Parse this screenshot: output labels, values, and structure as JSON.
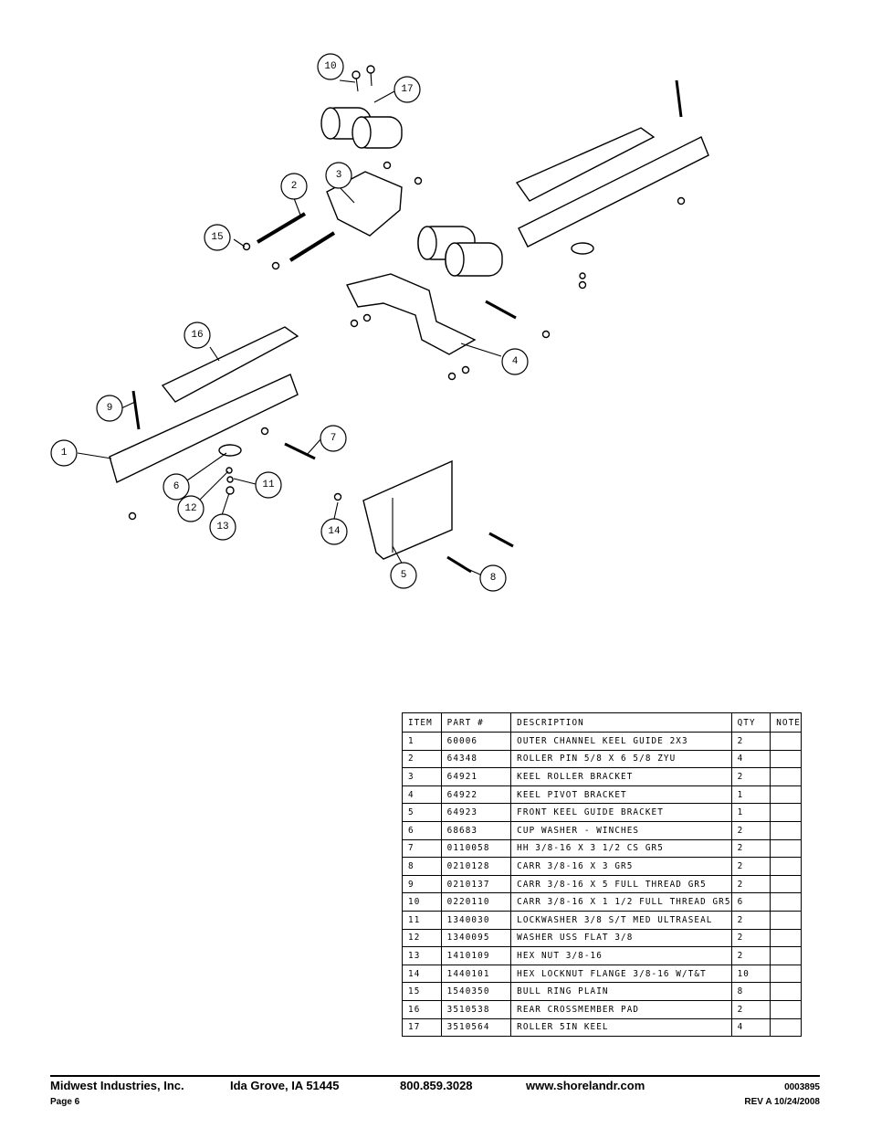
{
  "callouts": [
    {
      "label": "1"
    },
    {
      "label": "2"
    },
    {
      "label": "3"
    },
    {
      "label": "4"
    },
    {
      "label": "5"
    },
    {
      "label": "6"
    },
    {
      "label": "7"
    },
    {
      "label": "8"
    },
    {
      "label": "9"
    },
    {
      "label": "10"
    },
    {
      "label": "11"
    },
    {
      "label": "12"
    },
    {
      "label": "13"
    },
    {
      "label": "14"
    },
    {
      "label": "15"
    },
    {
      "label": "16"
    },
    {
      "label": "17"
    }
  ],
  "table": {
    "headers": [
      "ITEM",
      "PART #",
      "DESCRIPTION",
      "QTY",
      "NOTE"
    ],
    "rows": [
      [
        "1",
        "60006",
        "OUTER CHANNEL KEEL GUIDE 2X3",
        "2",
        ""
      ],
      [
        "2",
        "64348",
        "ROLLER PIN  5/8 X 6 5/8 ZYU",
        "4",
        ""
      ],
      [
        "3",
        "64921",
        "KEEL ROLLER BRACKET",
        "2",
        ""
      ],
      [
        "4",
        "64922",
        "KEEL PIVOT BRACKET",
        "1",
        ""
      ],
      [
        "5",
        "64923",
        "FRONT KEEL GUIDE BRACKET",
        "1",
        ""
      ],
      [
        "6",
        "68683",
        "CUP WASHER - WINCHES",
        "2",
        ""
      ],
      [
        "7",
        "0110058",
        "HH 3/8-16 X 3 1/2 CS GR5",
        "2",
        ""
      ],
      [
        "8",
        "0210128",
        "CARR 3/8-16 X 3 GR5",
        "2",
        ""
      ],
      [
        "9",
        "0210137",
        "CARR 3/8-16 X 5 FULL THREAD GR5",
        "2",
        ""
      ],
      [
        "10",
        "0220110",
        "CARR 3/8-16 X 1 1/2 FULL THREAD GR5",
        "6",
        ""
      ],
      [
        "11",
        "1340030",
        "LOCKWASHER 3/8 S/T MED ULTRASEAL",
        "2",
        ""
      ],
      [
        "12",
        "1340095",
        "WASHER USS FLAT 3/8",
        "2",
        ""
      ],
      [
        "13",
        "1410109",
        "HEX NUT 3/8-16",
        "2",
        ""
      ],
      [
        "14",
        "1440101",
        "HEX LOCKNUT FLANGE 3/8-16 W/T&T",
        "10",
        ""
      ],
      [
        "15",
        "1540350",
        "BULL RING PLAIN",
        "8",
        ""
      ],
      [
        "16",
        "3510538",
        "REAR CROSSMEMBER PAD",
        "2",
        ""
      ],
      [
        "17",
        "3510564",
        "ROLLER 5IN KEEL",
        "4",
        ""
      ]
    ]
  },
  "footer": {
    "company": "Midwest Industries, Inc.",
    "location": "Ida Grove, IA  51445",
    "phone": "800.859.3028",
    "website": "www.shorelandr.com",
    "doc_number": "0003895",
    "page": "Page 6",
    "revision": "REV A  10/24/2008"
  }
}
